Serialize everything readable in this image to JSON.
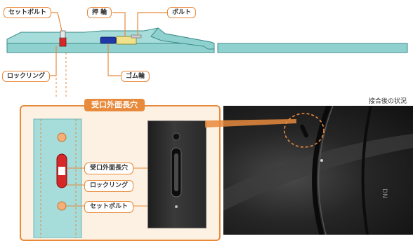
{
  "labels": {
    "set_bolt_top": "セットボルト",
    "push_ring": "押 輪",
    "bolt": "ボルト",
    "lock_ring": "ロックリング",
    "rubber_ring": "ゴム輪",
    "panel_title": "受口外面長穴",
    "ann_slot": "受口外面長穴",
    "ann_lock_ring": "ロックリング",
    "ann_set_bolt": "セットボルト",
    "after_joint": "接合後の状況",
    "pipe_marking": "DN"
  },
  "colors": {
    "accent": "#e88a3c",
    "pipe_fill": "#8fd1cf",
    "pipe_dark": "#6fb8b6",
    "lock_ring": "#d62828",
    "rubber_ring": "#1f3aa8",
    "push_ring": "#efe28a",
    "panel_bg": "#fdf1e3"
  },
  "icons": {
    "photo_small": "pipe-closeup-photo",
    "photo_big": "joined-pipe-photo"
  }
}
